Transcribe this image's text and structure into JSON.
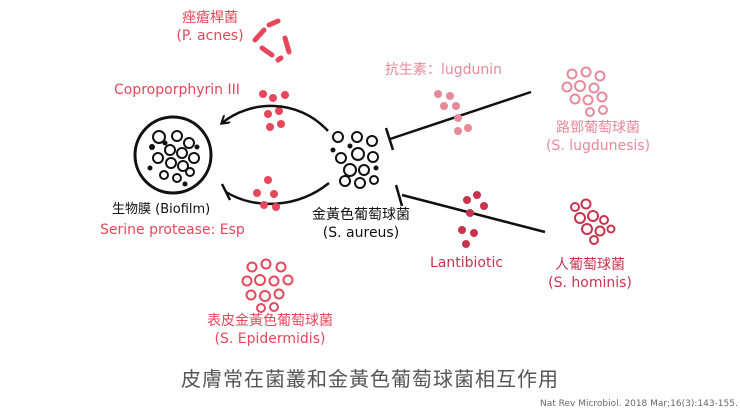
{
  "labels": {
    "p_acnes_cn": "痤瘡桿菌",
    "p_acnes_en": "(P. acnes)",
    "coproporphyrin": "Coproporphyrin III",
    "antibiotic_lugdunin": "抗生素：lugdunin",
    "s_lugdunensis_cn": "路鄧葡萄球菌",
    "s_lugdunensis_en": "(S. lugdunesis)",
    "biofilm": "生物膜 (Biofilm)",
    "serine_protease": "Serine protease: Esp",
    "s_aureus_cn": "金黃色葡萄球菌",
    "s_aureus_en": "(S. aureus)",
    "lantibiotic": "Lantibiotic",
    "s_hominis_cn": "人葡萄球菌",
    "s_hominis_en": "(S. hominis)",
    "s_epidermidis_cn": "表皮金黃色葡萄球菌",
    "s_epidermidis_en": "(S. Epidermidis)",
    "title": "皮膚常在菌叢和金黃色葡萄球菌相互作用",
    "citation": "Nat Rev Microbiol. 2018 Mar;16(3):143-155."
  },
  "colors": {
    "red": "#e8465a",
    "pink": "#e8899a",
    "crimson": "#c8334e",
    "black": "#111111"
  },
  "icons": [
    "rod-bacteria-icon",
    "cocci-cluster-icon",
    "molecule-dots-icon",
    "biofilm-icon",
    "inhibition-arrow-icon",
    "activation-arrow-icon"
  ]
}
